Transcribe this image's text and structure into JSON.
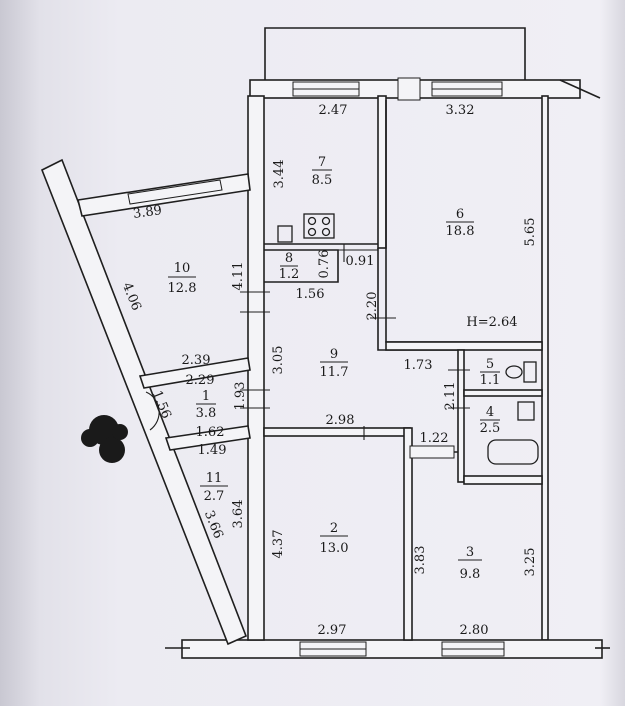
{
  "rooms": [
    {
      "id": "1",
      "area": "3.8"
    },
    {
      "id": "2",
      "area": "13.0"
    },
    {
      "id": "3",
      "area": "9.8"
    },
    {
      "id": "4",
      "area": "2.5"
    },
    {
      "id": "5",
      "area": "1.1"
    },
    {
      "id": "6",
      "area": "18.8"
    },
    {
      "id": "7",
      "area": "8.5"
    },
    {
      "id": "8",
      "area": "1.2"
    },
    {
      "id": "9",
      "area": "11.7"
    },
    {
      "id": "10",
      "area": "12.8"
    },
    {
      "id": "11",
      "area": "2.7"
    }
  ],
  "dimensions": {
    "d247": "2.47",
    "d332": "3.32",
    "d344": "3.44",
    "d565": "5.65",
    "d389": "3.89",
    "d406": "4.06",
    "d411": "4.11",
    "d076": "0.76",
    "d091": "0.91",
    "d156": "1.56",
    "d220": "2.20",
    "d305": "3.05",
    "d239": "2.39",
    "d229": "2.29",
    "d156b": "1.56",
    "d193": "1.93",
    "d162": "1.62",
    "d149": "1.49",
    "d298": "2.98",
    "d173": "1.73",
    "d211": "2.11",
    "d122": "1.22",
    "d364": "3.64",
    "d366": "3.66",
    "d437": "4.37",
    "d383": "3.83",
    "d325": "3.25",
    "d297": "2.97",
    "d280": "2.80"
  },
  "ceiling_height": "H=2.64"
}
